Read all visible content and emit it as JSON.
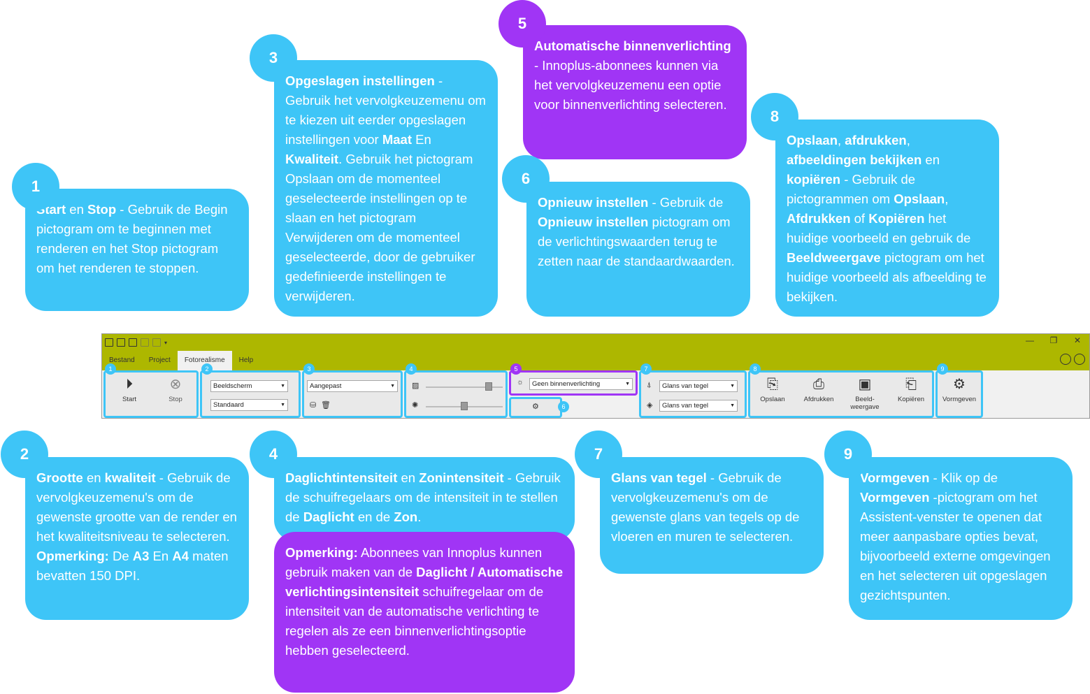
{
  "colors": {
    "callout_blue": "#3ec5f7",
    "callout_purple": "#a035f5",
    "titlebar": "#adb700"
  },
  "callouts": {
    "c1": {
      "number": "1",
      "b1": "Start",
      "t1": " en ",
      "b2": "Stop",
      "t2": " - Gebruik de Begin pictogram om te beginnen met renderen en het Stop pictogram om het renderen te stoppen."
    },
    "c2": {
      "number": "2",
      "b1": "Grootte",
      "t1": " en ",
      "b2": "kwaliteit",
      "t2": " - Gebruik de vervolgkeuzemenu's om de gewenste grootte van de render en het kwaliteitsniveau te selecteren.",
      "note_b": "Opmerking:",
      "note_t1": " De ",
      "note_b2": "A3",
      "note_t2": " En ",
      "note_b3": "A4",
      "note_t3": " maten bevatten 150 DPI."
    },
    "c3": {
      "number": "3",
      "b1": "Opgeslagen instellingen",
      "t1": " - Gebruik het vervolgkeuzemenu om te kiezen uit eerder opgeslagen instellingen voor ",
      "b2": "Maat",
      "t2": " En ",
      "b3": "Kwaliteit",
      "t3": ". Gebruik het pictogram Opslaan om de momenteel geselecteerde instellingen op te slaan en het pictogram Verwijderen om de momenteel geselecteerde, door de gebruiker gedefinieerde instellingen te verwijderen."
    },
    "c4": {
      "number": "4",
      "b1": "Daglichtintensiteit",
      "t1": " en ",
      "b2": "Zonintensiteit",
      "t2": " - Gebruik de schuifregelaars om de intensiteit in te stellen de ",
      "b3": "Daglicht",
      "t3": " en de ",
      "b4": "Zon",
      "t4": "."
    },
    "c4note": {
      "b1": "Opmerking:",
      "t1": " Abonnees van Innoplus kunnen gebruik maken van de ",
      "b2": "Daglicht / Automatische verlichtingsintensiteit",
      "t2": " schuifregelaar om de intensiteit van de automatische verlichting te regelen als ze een binnenverlichtingsoptie hebben geselecteerd."
    },
    "c5": {
      "number": "5",
      "b1": "Automatische binnenverlichting",
      "t1": " - Innoplus-abonnees kunnen via het vervolgkeuzemenu een optie voor binnenverlichting selecteren."
    },
    "c6": {
      "number": "6",
      "b1": "Opnieuw instellen",
      "t1": " - Gebruik de ",
      "b2": "Opnieuw instellen",
      "t2": " pictogram om de verlichtingswaarden terug te zetten naar de standaardwaarden."
    },
    "c7": {
      "number": "7",
      "b1": "Glans van tegel",
      "t1": " - Gebruik de vervolgkeuzemenu's om de gewenste glans van tegels op de vloeren en muren te selecteren."
    },
    "c8": {
      "number": "8",
      "b1": "Opslaan",
      "t1": ", ",
      "b2": "afdrukken",
      "t2": ", ",
      "b3": "afbeeldingen bekijken",
      "t3": " en ",
      "b4": "kopiëren",
      "t4": " - Gebruik de pictogrammen om ",
      "b5": "Opslaan",
      "t5": ", ",
      "b6": "Afdrukken",
      "t6": " of ",
      "b7": "Kopiëren",
      "t7": " het huidige voorbeeld en gebruik de ",
      "b8": "Beeldweergave",
      "t8": " pictogram om het huidige voorbeeld als afbeelding te bekijken."
    },
    "c9": {
      "number": "9",
      "b1": "Vormgeven",
      "t1": " - Klik op de ",
      "b2": "Vormgeven",
      "t2": " -pictogram om het Assistent-venster te openen dat meer aanpasbare opties bevat, bijvoorbeeld externe omgevingen en het selecteren uit opgeslagen gezichtspunten."
    }
  },
  "app": {
    "menu": {
      "bestand": "Bestand",
      "project": "Project",
      "fotorealisme": "Fotorealisme",
      "help": "Help"
    },
    "groups": {
      "g1": {
        "number": "1",
        "start": "Start",
        "stop": "Stop"
      },
      "g2": {
        "number": "2",
        "size": "Beeldscherm",
        "quality": "Standaard"
      },
      "g3": {
        "number": "3",
        "preset": "Aangepast"
      },
      "g4": {
        "number": "4",
        "daylight_level": 0.85,
        "sun_level": 0.5
      },
      "g5": {
        "number": "5",
        "indoor_lighting": "Geen binnenverlichting"
      },
      "g6": {
        "number": "6"
      },
      "g7": {
        "number": "7",
        "floor_gloss": "Glans van tegel",
        "wall_gloss": "Glans van tegel"
      },
      "g8": {
        "number": "8",
        "save": "Opslaan",
        "print": "Afdrukken",
        "view_l1": "Beeld-",
        "view_l2": "weergave",
        "copy": "Kopiëren"
      },
      "g9": {
        "number": "9",
        "design": "Vormgeven"
      }
    }
  }
}
